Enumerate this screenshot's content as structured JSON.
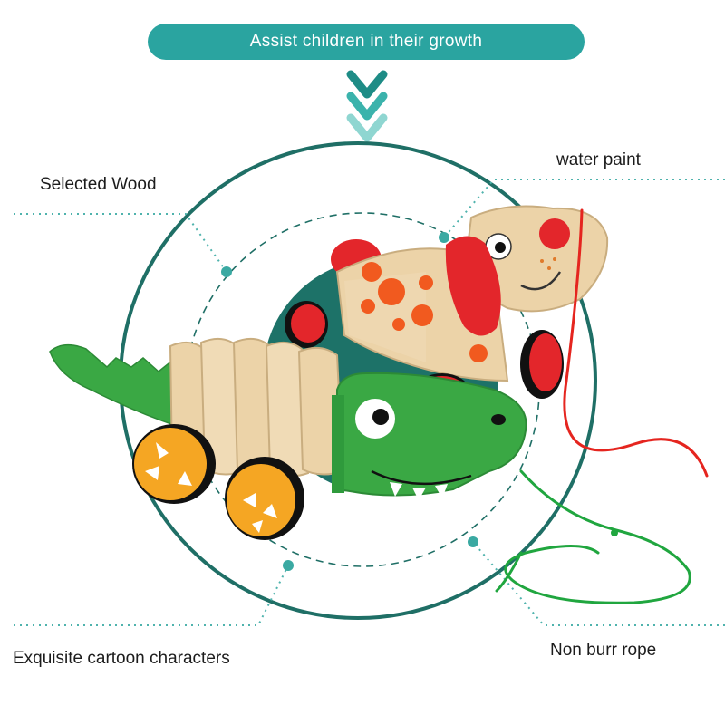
{
  "banner": {
    "text": "Assist children in their growth"
  },
  "features": {
    "top_left": "Selected Wood",
    "top_right": "water paint",
    "bottom_left": "Exquisite cartoon characters",
    "bottom_right": "Non burr rope"
  },
  "icons": [
    "chevron-down-icon"
  ],
  "colors": {
    "accent_teal": "#2aa4a0",
    "circle_dark_teal": "#1f6f66",
    "crocodile_green": "#3aa844",
    "dog_red": "#e3262b",
    "wheel_orange": "#f5a623",
    "rope_red": "#e5251f",
    "rope_green": "#20a63f",
    "wood": "#ecd3a8"
  }
}
